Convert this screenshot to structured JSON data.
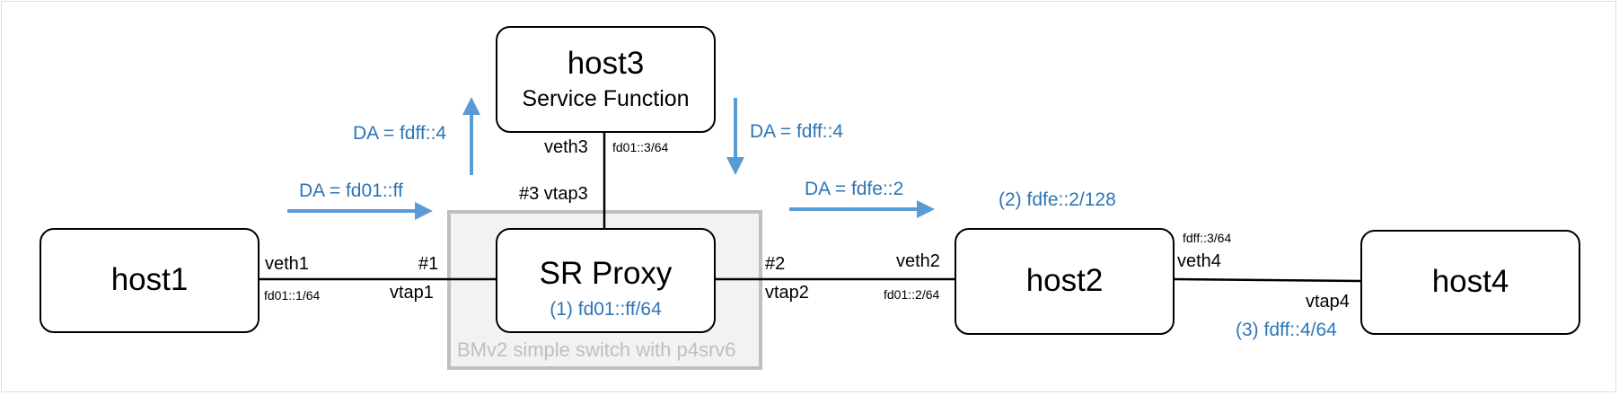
{
  "switch": {
    "label": "BMv2 simple switch with p4srv6"
  },
  "hosts": {
    "host1": {
      "title": "host1"
    },
    "host2": {
      "title": "host2"
    },
    "host3": {
      "title": "host3",
      "subtitle": "Service Function"
    },
    "host4": {
      "title": "host4"
    },
    "proxy": {
      "title": "SR Proxy",
      "address": "(1) fd01::ff/64"
    }
  },
  "ports": {
    "veth1": "veth1",
    "veth1_addr": "fd01::1/64",
    "p1": "#1",
    "vtap1": "vtap1",
    "p2": "#2",
    "vtap2": "vtap2",
    "veth2": "veth2",
    "veth2_addr": "fd01::2/64",
    "veth3": "veth3",
    "veth3_addr": "fd01::3/64",
    "p3": "#3 vtap3",
    "veth4": "veth4",
    "veth4_addr": "fdff::3/64",
    "vtap4": "vtap4"
  },
  "annotations": {
    "da1": "DA = fd01::ff",
    "da2": "DA = fdff::4",
    "da3": "DA = fdff::4",
    "da4": "DA = fdfe::2",
    "host2_addr": "(2) fdfe::2/128",
    "host4_addr": "(3) fdff::4/64"
  },
  "colors": {
    "accent": "#5b9bd5",
    "accent_text": "#2e75b6",
    "switch_border": "#bfbfbf",
    "switch_fill": "#f2f2f2"
  }
}
